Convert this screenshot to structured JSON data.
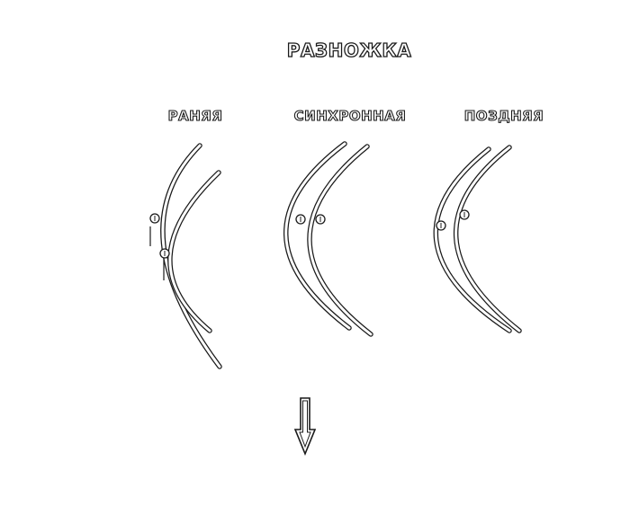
{
  "title": "РАЗНОЖКА",
  "columns": [
    {
      "label": "РАНЯЯ"
    },
    {
      "label": "СИНХРОННАЯ"
    },
    {
      "label": "ПОЗДНЯЯ"
    }
  ],
  "colors": {
    "stroke": "#1a1a1a",
    "fill": "#ffffff"
  },
  "icons": {
    "arrow": "down-arrow-icon",
    "joint": "knee-joint-icon"
  }
}
